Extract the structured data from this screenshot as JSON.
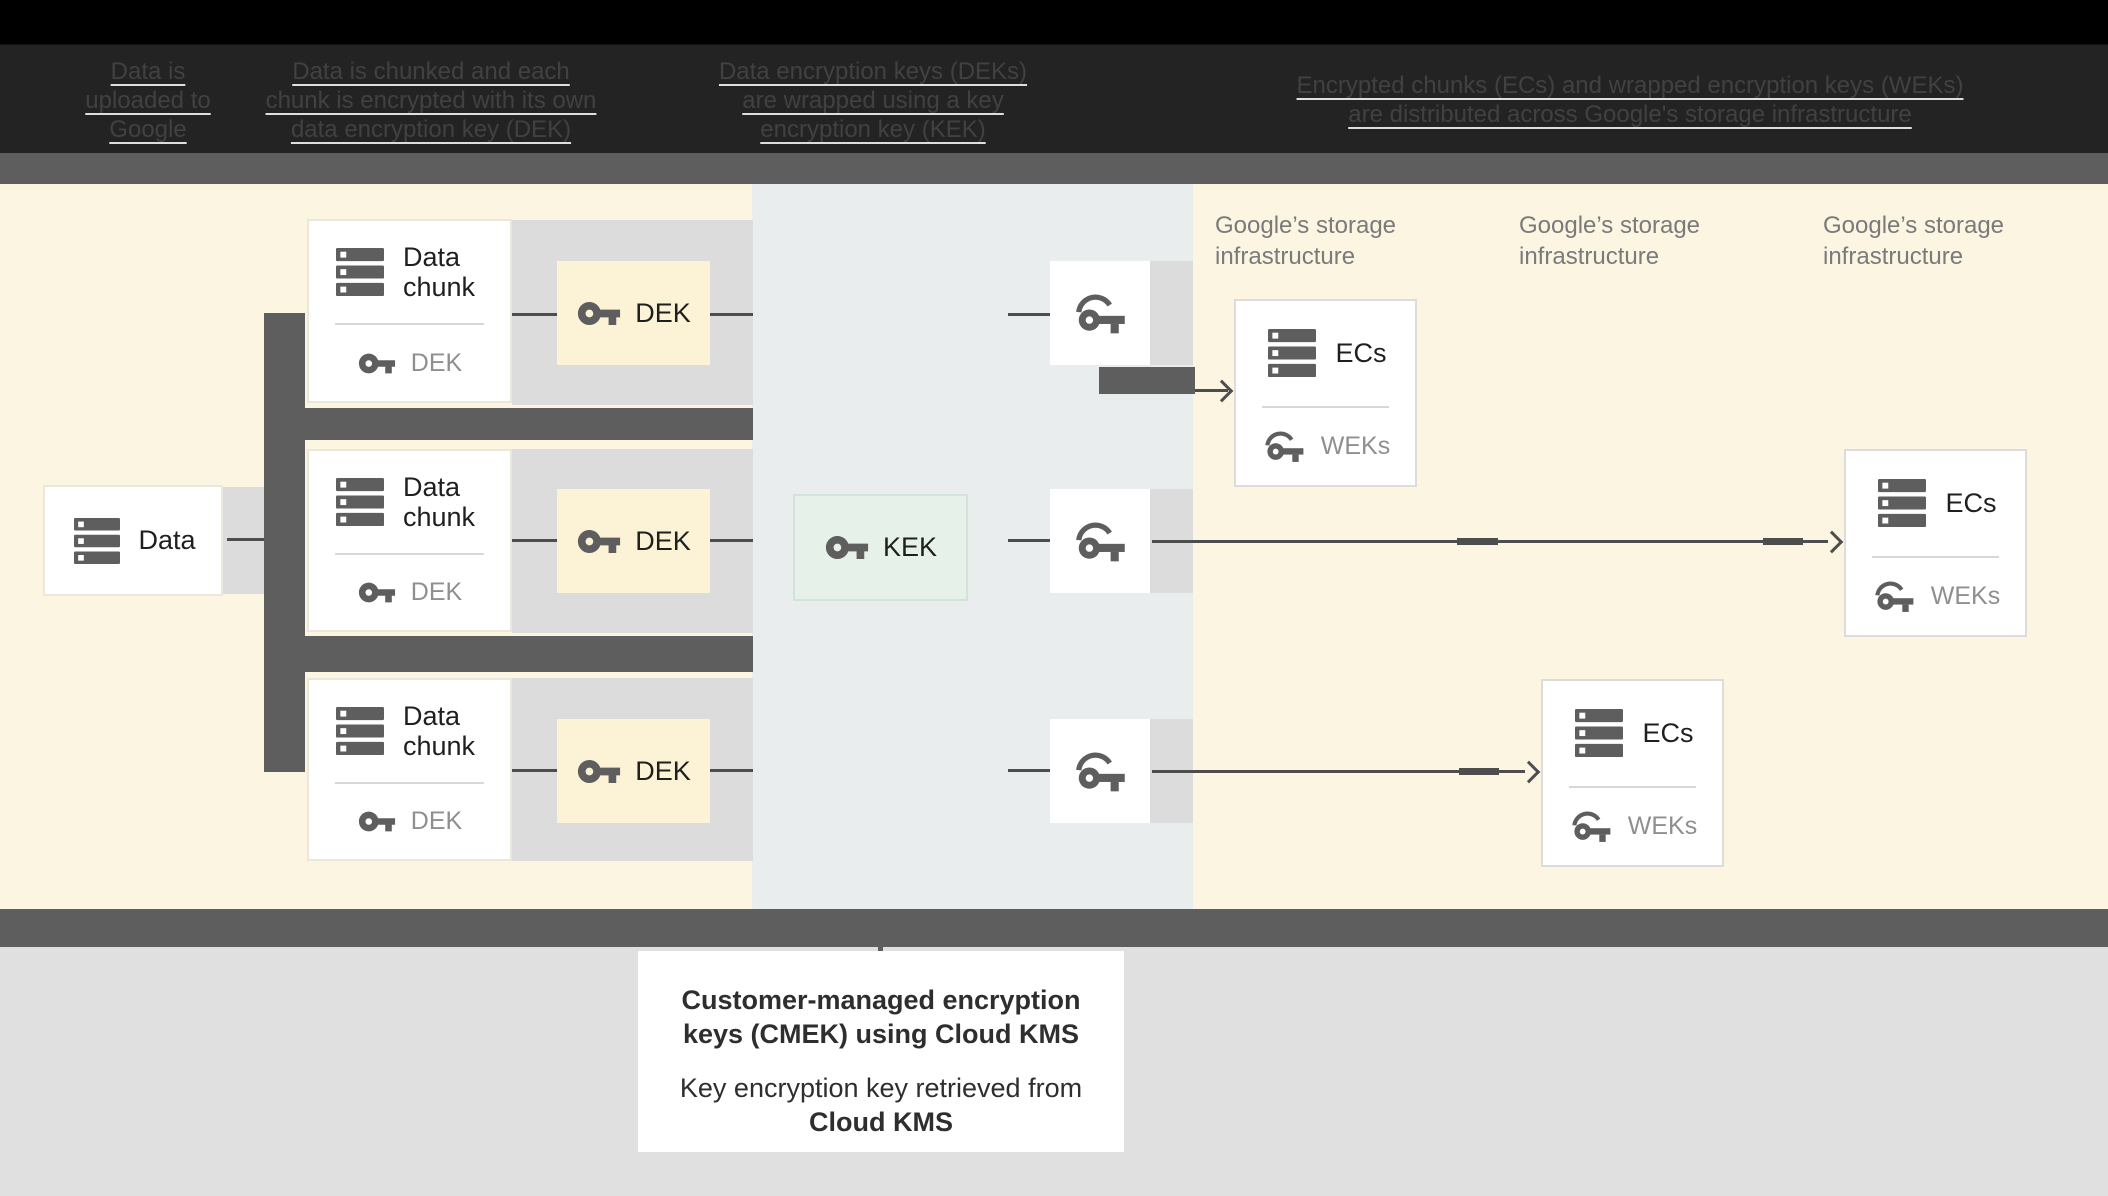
{
  "header": {
    "captions": [
      "Data is uploaded to Google",
      "Data is chunked and each chunk is encrypted with its own data encryption key (DEK)",
      "Data encryption keys (DEKs) are wrapped using a key encryption key (KEK)",
      "Encrypted chunks (ECs) and wrapped encryption keys (WEKs) are distributed across Google's storage infrastructure"
    ]
  },
  "diagram": {
    "data_box": {
      "label": "Data"
    },
    "chunk_boxes": [
      {
        "title": "Data chunk",
        "key_label": "DEK"
      },
      {
        "title": "Data chunk",
        "key_label": "DEK"
      },
      {
        "title": "Data chunk",
        "key_label": "DEK"
      }
    ],
    "dek_boxes": [
      {
        "label": "DEK"
      },
      {
        "label": "DEK"
      },
      {
        "label": "DEK"
      }
    ],
    "kek_box": {
      "label": "KEK"
    },
    "storage_labels": [
      "Google’s storage infrastructure",
      "Google’s storage infrastructure",
      "Google’s storage infrastructure"
    ],
    "ecs_boxes": [
      {
        "title": "ECs",
        "key_label": "WEKs"
      },
      {
        "title": "ECs",
        "key_label": "WEKs"
      },
      {
        "title": "ECs",
        "key_label": "WEKs"
      }
    ]
  },
  "footer": {
    "title": "Customer-managed encryption keys (CMEK) using Cloud KMS",
    "body_prefix": "Key encryption key retrieved from",
    "body_bold": "Cloud KMS"
  },
  "icons": {
    "list": "stacked-storage-rows-icon",
    "key": "key-icon",
    "wrapped_key": "wrapped-key-icon"
  },
  "colors": {
    "cream_zone": "#FBF5E1",
    "kms_zone": "#E9EDEE",
    "dek_fill": "#FCF3D6",
    "kek_fill": "#E6F1E9",
    "dark_gray": "#5E5E5E",
    "light_gray_band": "#DCDCDC",
    "bottom_area": "#E0E0E0",
    "header_bg": "#000000"
  }
}
